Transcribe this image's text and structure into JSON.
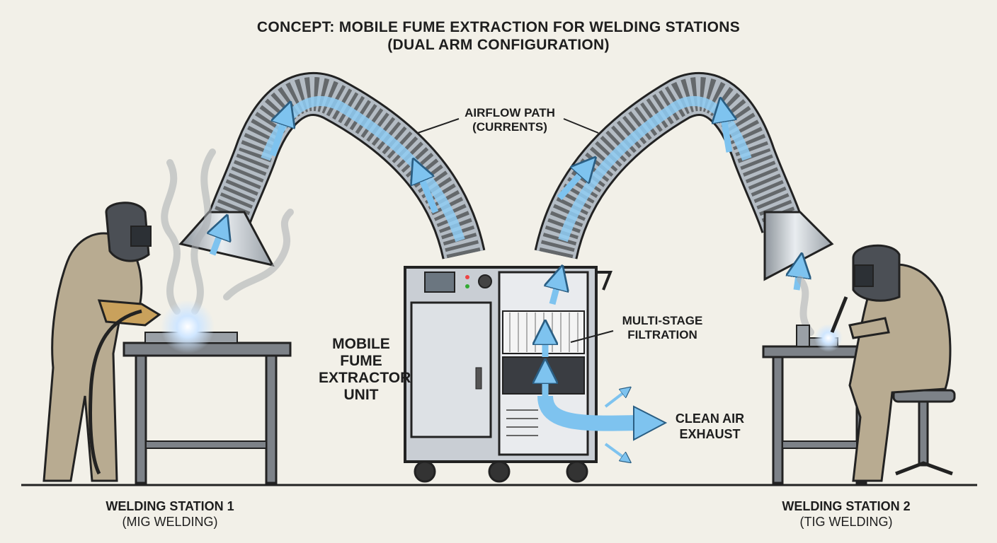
{
  "title": {
    "line1": "CONCEPT: MOBILE FUME EXTRACTION FOR WELDING STATIONS",
    "line2": "(DUAL ARM CONFIGURATION)"
  },
  "labels": {
    "airflow_line1": "AIRFLOW PATH",
    "airflow_line2": "(CURRENTS)",
    "unit_line1": "MOBILE",
    "unit_line2": "FUME",
    "unit_line3": "EXTRACTOR",
    "unit_line4": "UNIT",
    "filtration_line1": "MULTI-STAGE",
    "filtration_line2": "FILTRATION",
    "exhaust_line1": "CLEAN AIR",
    "exhaust_line2": "EXHAUST"
  },
  "stations": {
    "left_name": "WELDING STATION 1",
    "left_type": "(MIG WELDING)",
    "right_name": "WELDING STATION 2",
    "right_type": "(TIG WELDING)"
  },
  "colors": {
    "background": "#f2f0e8",
    "outline": "#222222",
    "metal": "#c9ced4",
    "airflow": "#7ec3ef",
    "welder": "#b8ab91",
    "table": "#7d8288"
  }
}
